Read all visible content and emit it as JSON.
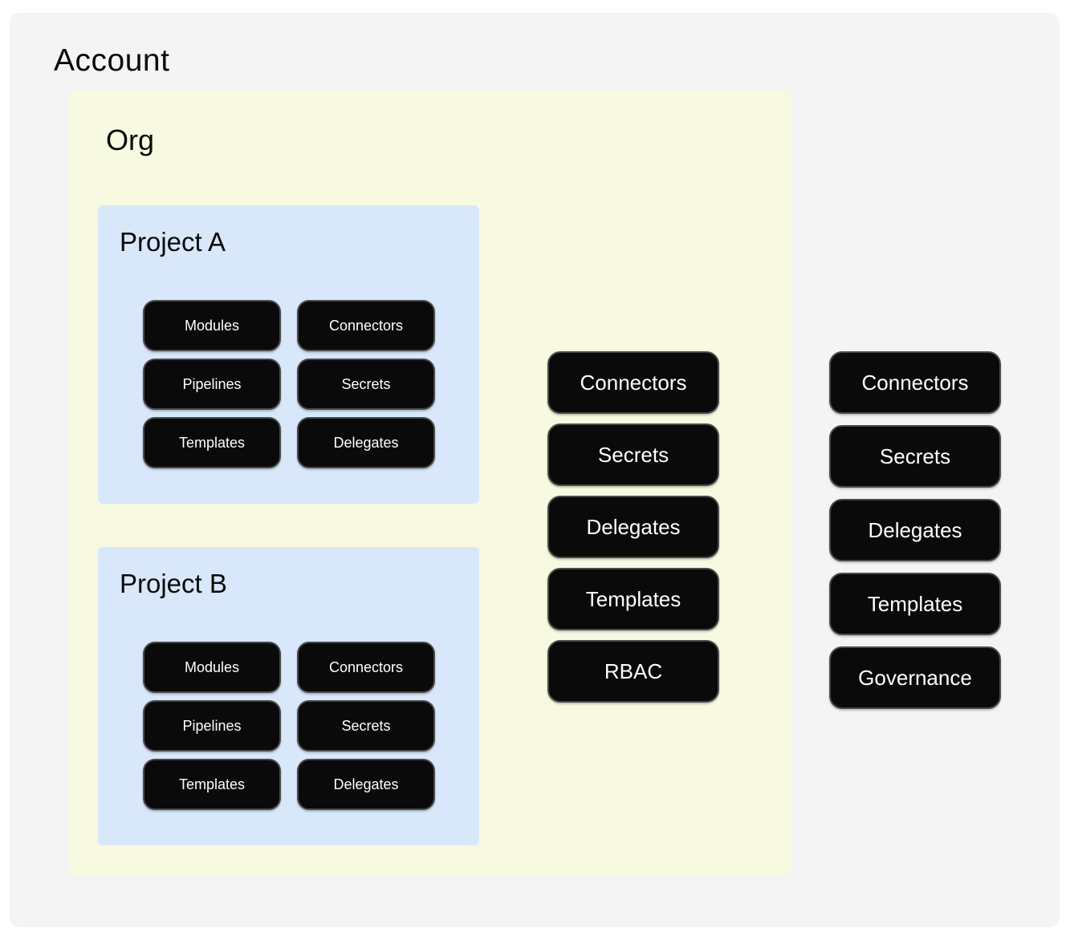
{
  "account": {
    "title": "Account",
    "org": {
      "title": "Org",
      "projects": [
        {
          "title": "Project A",
          "pills": [
            "Modules",
            "Connectors",
            "Pipelines",
            "Secrets",
            "Templates",
            "Delegates"
          ]
        },
        {
          "title": "Project B",
          "pills": [
            "Modules",
            "Connectors",
            "Pipelines",
            "Secrets",
            "Templates",
            "Delegates"
          ]
        }
      ],
      "pills": [
        "Connectors",
        "Secrets",
        "Delegates",
        "Templates",
        "RBAC"
      ]
    },
    "pills": [
      "Connectors",
      "Secrets",
      "Delegates",
      "Templates",
      "Governance"
    ]
  },
  "colors": {
    "account_bg": "#f4f4f4",
    "org_bg": "#f7f9e0",
    "project_bg": "#d8e7fa",
    "pill_bg": "#0a0a0a",
    "pill_border": "#4a4a4a",
    "pill_text": "#ffffff",
    "title_text": "#0b0b0b"
  }
}
